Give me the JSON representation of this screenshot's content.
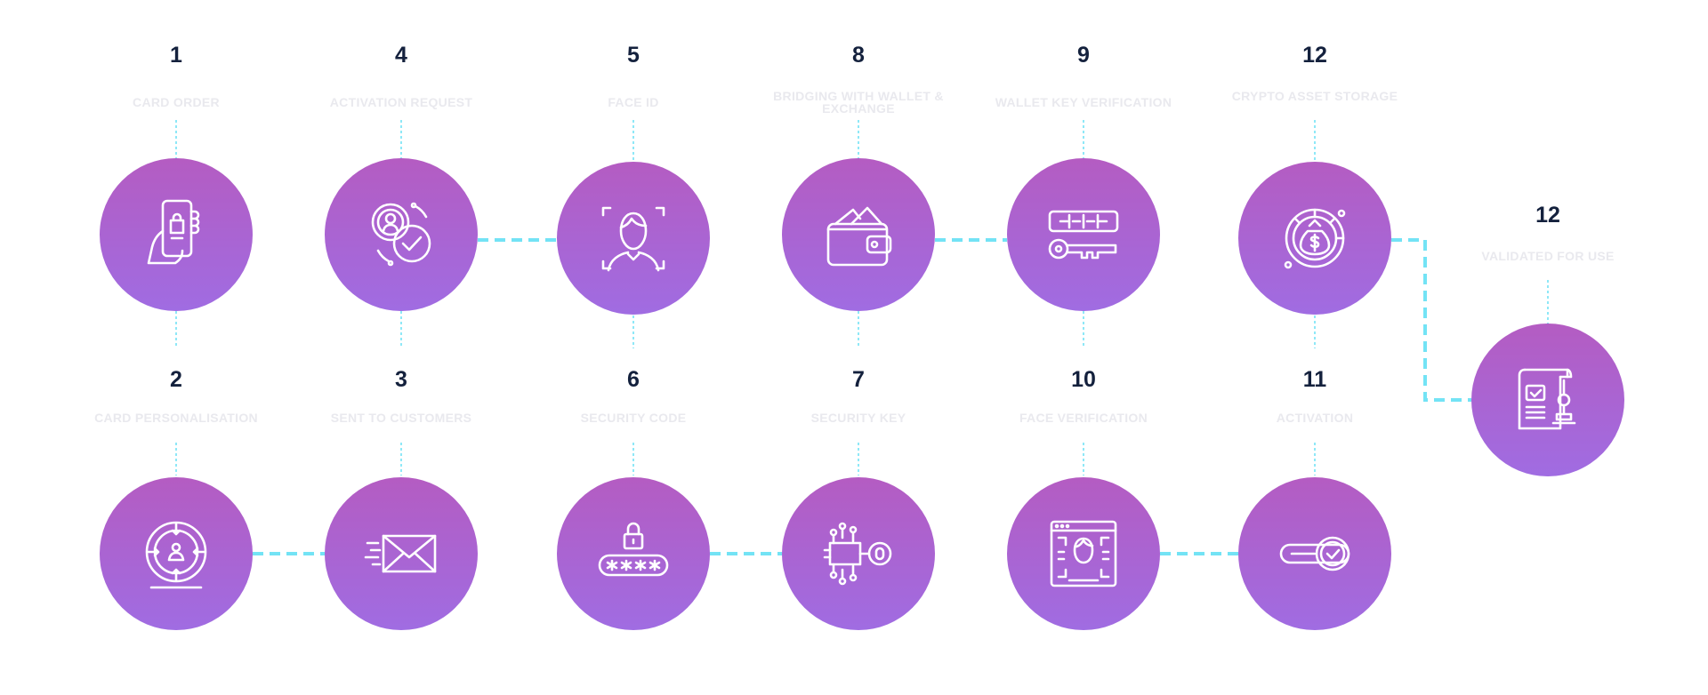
{
  "colors": {
    "circle_top": "#b45cc2",
    "circle_bottom": "#a06ce2",
    "connector": "#73e3f5",
    "number": "#14213d",
    "label": "#e9e9ee"
  },
  "steps": [
    {
      "number": "1",
      "label": "CARD ORDER",
      "icon": "phone-shopping-bag-icon"
    },
    {
      "number": "2",
      "label": "CARD PERSONALISATION",
      "icon": "person-target-icon"
    },
    {
      "number": "3",
      "label": "SENT TO CUSTOMERS",
      "icon": "envelope-icon"
    },
    {
      "number": "4",
      "label": "ACTIVATION REQUEST",
      "icon": "user-check-icon"
    },
    {
      "number": "5",
      "label": "FACE ID",
      "icon": "face-scan-icon"
    },
    {
      "number": "6",
      "label": "SECURITY CODE",
      "icon": "lock-password-icon"
    },
    {
      "number": "7",
      "label": "SECURITY KEY",
      "icon": "circuit-key-icon"
    },
    {
      "number": "8",
      "label": "BRIDGING WITH WALLET & EXCHANGE",
      "icon": "wallet-icon"
    },
    {
      "number": "9",
      "label": "WALLET KEY VERIFICATION",
      "icon": "key-password-icon"
    },
    {
      "number": "10",
      "label": "FACE VERIFICATION",
      "icon": "face-recognition-icon"
    },
    {
      "number": "11",
      "label": "ACTIVATION",
      "icon": "toggle-check-icon"
    },
    {
      "number": "12",
      "label": "CRYPTO ASSET STORAGE",
      "icon": "money-bag-cycle-icon"
    },
    {
      "number": "12",
      "label": "VALIDATED FOR USE",
      "icon": "document-stamp-icon"
    }
  ]
}
